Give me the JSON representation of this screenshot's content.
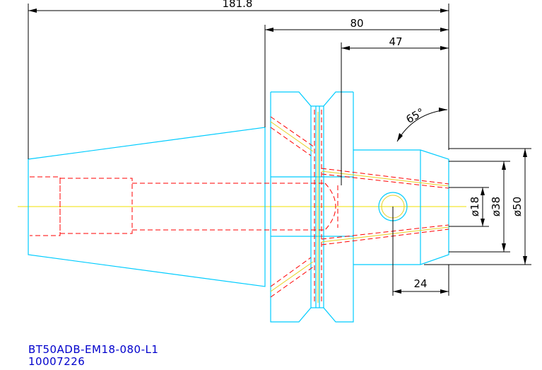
{
  "dimensions": {
    "overall_length": "181.8",
    "flange_length": "80",
    "nose_length": "47",
    "taper_angle": "65°",
    "bore_diameter": "ø18",
    "nose_inner_diameter": "ø38",
    "nose_outer_diameter": "ø50",
    "screw_offset": "24"
  },
  "title_block": {
    "part_number": "BT50ADB-EM18-080-L1",
    "code": "10007226"
  },
  "colors": {
    "outline": "#00ccff",
    "hidden": "#ff0000",
    "centerline": "#f0e000",
    "dimension": "#000000",
    "part_text": "#0000cc"
  }
}
